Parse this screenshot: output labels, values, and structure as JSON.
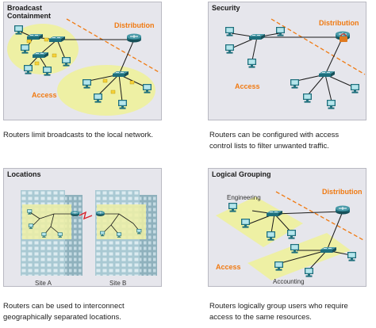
{
  "panels": [
    {
      "id": "broadcast",
      "title": "Broadcast\nContainment",
      "labels": {
        "distribution": "Distribution",
        "access": "Access"
      },
      "caption": "Routers limit broadcasts to the local network."
    },
    {
      "id": "security",
      "title": "Security",
      "labels": {
        "distribution": "Distribution",
        "access": "Access"
      },
      "caption_line1": "Routers can be configured with access",
      "caption_line2": "control lists to filter unwanted traffic."
    },
    {
      "id": "locations",
      "title": "Locations",
      "labels": {
        "site_a": "Site A",
        "site_b": "Site B"
      },
      "caption_line1": "Routers can be used to interconnect",
      "caption_line2": "geographically separated locations."
    },
    {
      "id": "logical",
      "title": "Logical Grouping",
      "labels": {
        "distribution": "Distribution",
        "access": "Access",
        "engineering": "Engineering",
        "accounting": "Accounting"
      },
      "caption_line1": "Routers logically group users who require",
      "caption_line2": "access to the same resources."
    }
  ],
  "colors": {
    "panel_bg": "#e6e6ec",
    "panel_border": "#b9b9c2",
    "highlight": "#eef0a4",
    "label_orange": "#f07a12",
    "device_teal": "#1e6f7c",
    "screen_cyan": "#b5e6ec",
    "packet_yellow": "#f6d23a",
    "building": "#a9c9d3",
    "link_red": "#d8222a"
  },
  "icons": [
    "router-icon",
    "switch-icon",
    "pc-icon",
    "broadcast-packet-icon",
    "lock-icon",
    "building-icon",
    "wan-link-icon"
  ]
}
